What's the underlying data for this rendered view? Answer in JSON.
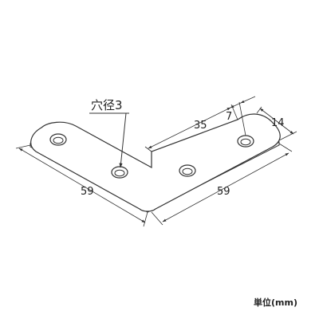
{
  "drawing": {
    "hole_label": "穴径3",
    "dimensions": {
      "left_length": "59",
      "right_length": "59",
      "inner_length": "35",
      "hole_to_edge": "7",
      "width": "14"
    },
    "unit_label": "単位(mm)"
  },
  "colors": {
    "line": "#333333",
    "fill": "#ffffff"
  }
}
